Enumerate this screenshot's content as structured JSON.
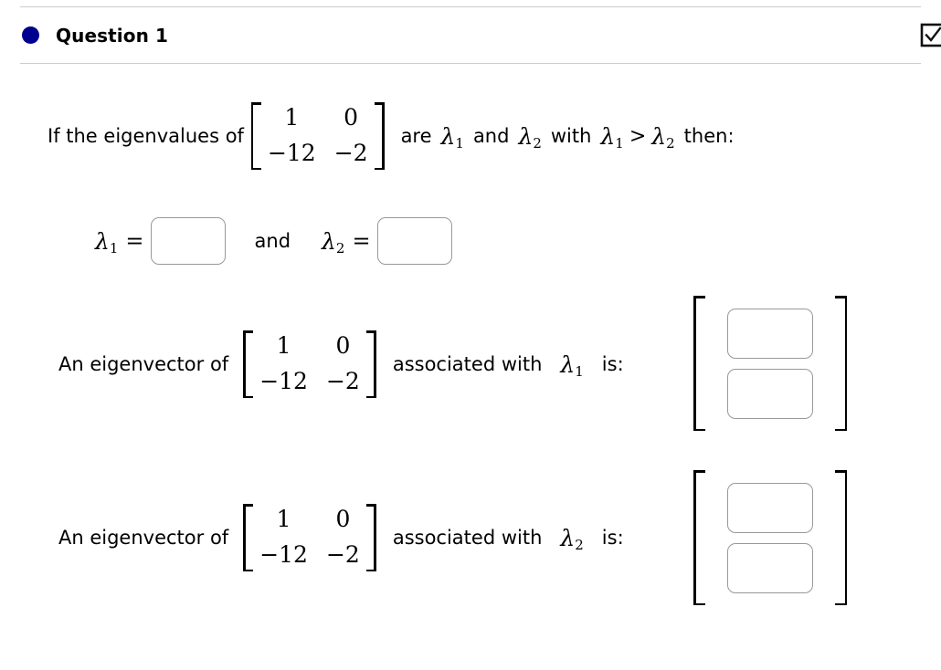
{
  "header": {
    "bullet_color": "#00008f",
    "title": "Question 1",
    "submit_icon": "checkbox-checked-icon"
  },
  "problem": {
    "matrix": {
      "rows": [
        [
          "1",
          "0"
        ],
        [
          "−12",
          "−2"
        ]
      ]
    },
    "statement": {
      "lead": "If the eigenvalues of",
      "after_matrix_1": "are",
      "lambda1": "λ",
      "sub1": "1",
      "after_lambda1": "and",
      "lambda2": "λ",
      "sub2": "2",
      "after_lambda2": "with",
      "comparator": ">",
      "tail": "then:"
    },
    "eigenvalue_row": {
      "lambda1_label": "λ",
      "lambda1_sub": "1",
      "equals": "=",
      "lambda1_value": "",
      "lambda1_placeholder": "",
      "conjunction": "and",
      "lambda2_label": "λ",
      "lambda2_sub": "2",
      "lambda2_value": "",
      "lambda2_placeholder": ""
    },
    "eigenvector_rows": [
      {
        "lead": "An eigenvector of",
        "middle": "associated with",
        "lambda": "λ",
        "sub": "1",
        "tail": "is:",
        "component_1": "",
        "component_2": "",
        "placeholder_1": "",
        "placeholder_2": ""
      },
      {
        "lead": "An eigenvector of",
        "middle": "associated with",
        "lambda": "λ",
        "sub": "2",
        "tail": "is:",
        "component_1": "",
        "component_2": "",
        "placeholder_1": "",
        "placeholder_2": ""
      }
    ]
  }
}
